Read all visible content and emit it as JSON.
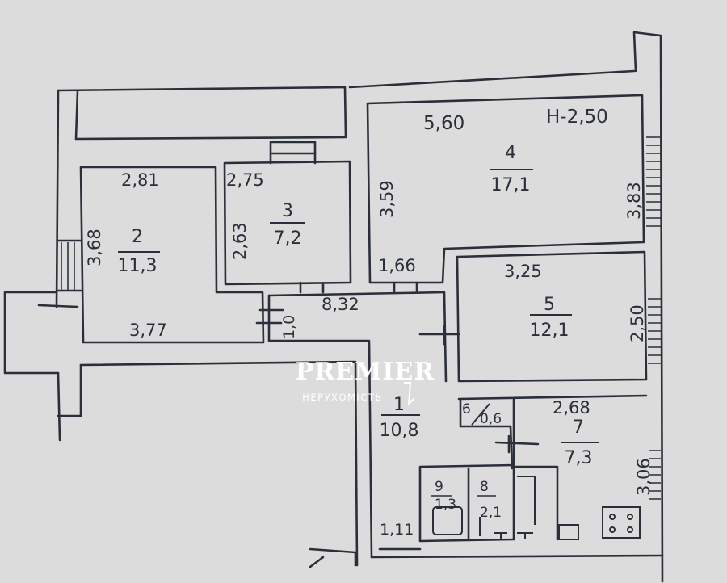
{
  "plan": {
    "rooms": [
      {
        "number": "2",
        "area": "11,3",
        "width_top": "2,81",
        "width_bottom": "3,77",
        "height": "3,68"
      },
      {
        "number": "3",
        "area": "7,2",
        "width": "2,75",
        "height": "2,63"
      },
      {
        "number": "4",
        "area": "17,1",
        "width": "5,60",
        "height": "3,83",
        "inner_height": "3,59",
        "inner_width": "1,66"
      },
      {
        "number": "5",
        "area": "12,1",
        "width": "3,25",
        "height": "2,50"
      },
      {
        "number": "1",
        "area": "10,8",
        "corridor_length": "8,32",
        "corridor_width": "1,0",
        "lower_width": "1,11"
      },
      {
        "number": "6",
        "area": "0,6"
      },
      {
        "number": "7",
        "area": "7,3",
        "width": "2,68",
        "height": "3,06"
      },
      {
        "number": "9",
        "area": "1,3"
      },
      {
        "number": "8",
        "area": "2,1"
      }
    ],
    "ceiling_height": "H-2,50"
  },
  "watermark": {
    "brand": "PREMIER",
    "subtitle": "НЕРУХОМІСТЬ"
  },
  "colors": {
    "paper": "#dcdcdc",
    "ink": "#2a2f3a",
    "watermark": "#ffffff"
  }
}
